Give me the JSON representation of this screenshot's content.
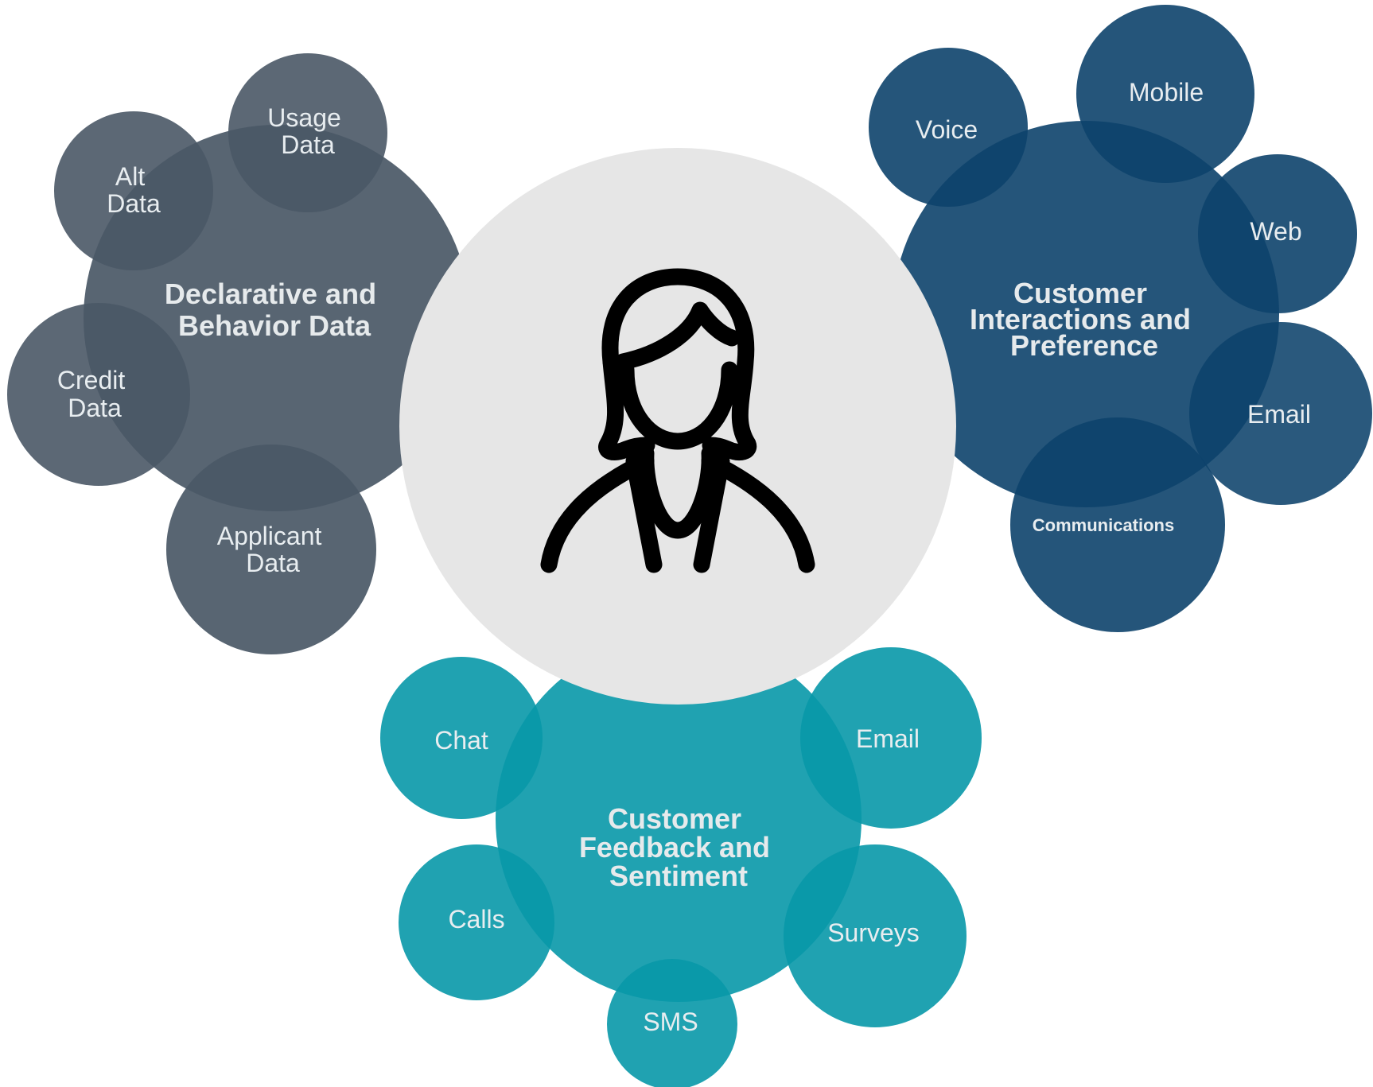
{
  "colors": {
    "slate": "#4a5866",
    "navy": "#0d426b",
    "teal": "#0898a9",
    "center": "#e6e6e6",
    "icon": "#000000"
  },
  "center_icon": "woman-user-icon",
  "clusters": {
    "declarative": {
      "title": [
        "Declarative and",
        "Behavior Data"
      ],
      "bubbles": {
        "usage": [
          "Usage",
          "Data"
        ],
        "alt": [
          "Alt",
          "Data"
        ],
        "credit": [
          "Credit",
          "Data"
        ],
        "applicant": [
          "Applicant",
          "Data"
        ]
      }
    },
    "interactions": {
      "title": [
        "Customer",
        "Interactions and",
        "Preference"
      ],
      "bubbles": {
        "voice": "Voice",
        "mobile": "Mobile",
        "web": "Web",
        "email": "Email",
        "communications": "Communications"
      }
    },
    "feedback": {
      "title": [
        "Customer",
        "Feedback and",
        "Sentiment"
      ],
      "bubbles": {
        "chat": "Chat",
        "email": "Email",
        "calls": "Calls",
        "surveys": "Surveys",
        "sms": "SMS"
      }
    }
  }
}
